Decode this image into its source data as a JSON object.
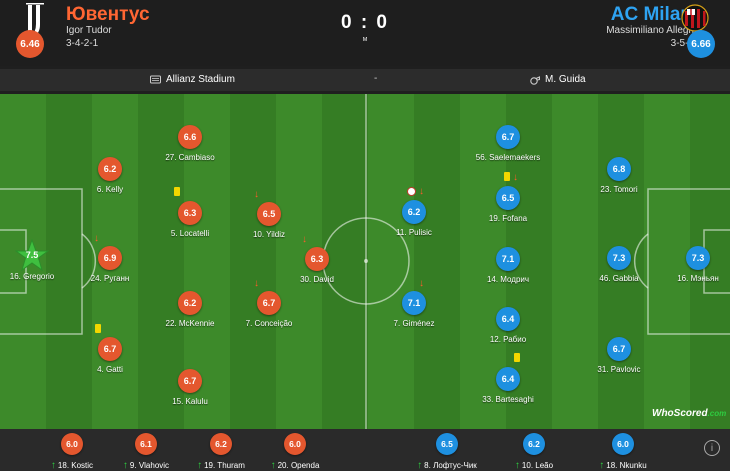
{
  "home": {
    "name": "Ювентус",
    "coach": "Igor Tudor",
    "formation": "3-4-2-1",
    "rating": "6.46",
    "color": "#e4572e",
    "crest_icon": "juventus-crest-icon"
  },
  "away": {
    "name": "AC Milan",
    "coach": "Massimiliano Allegri",
    "formation": "3-5-2",
    "rating": "6.66",
    "color": "#1e90e0",
    "crest_icon": "ac-milan-crest-icon"
  },
  "match": {
    "score": "0 : 0",
    "status": "м",
    "stadium": "Allianz Stadium",
    "separator": "-",
    "referee": "M. Guida"
  },
  "home_players": [
    {
      "label": "16. Gregorio",
      "rating": "7.5",
      "star": true
    },
    {
      "label": "6. Kelly",
      "rating": "6.2"
    },
    {
      "label": "24. Руганн",
      "rating": "6.9",
      "subbed_off": true
    },
    {
      "label": "4. Gatti",
      "rating": "6.7",
      "yellow_card": true
    },
    {
      "label": "27. Cambiaso",
      "rating": "6.6"
    },
    {
      "label": "5. Locatelli",
      "rating": "6.3",
      "yellow_card": true
    },
    {
      "label": "22. McKennie",
      "rating": "6.2"
    },
    {
      "label": "15. Kalulu",
      "rating": "6.7"
    },
    {
      "label": "10. Yildiz",
      "rating": "6.5",
      "subbed_off": true
    },
    {
      "label": "7. Conceição",
      "rating": "6.7",
      "subbed_off": true
    },
    {
      "label": "30. David",
      "rating": "6.3",
      "subbed_off": true
    }
  ],
  "away_players": [
    {
      "label": "16. Мэньян",
      "rating": "7.3"
    },
    {
      "label": "23. Tomori",
      "rating": "6.8"
    },
    {
      "label": "46. Gabbia",
      "rating": "7.3"
    },
    {
      "label": "31. Pavlovic",
      "rating": "6.7"
    },
    {
      "label": "56. Saelemaekers",
      "rating": "6.7"
    },
    {
      "label": "19. Fofana",
      "rating": "6.5",
      "yellow_card": true,
      "subbed_off": true
    },
    {
      "label": "14. Модрич",
      "rating": "7.1"
    },
    {
      "label": "12. Рабио",
      "rating": "6.4"
    },
    {
      "label": "33. Bartesaghi",
      "rating": "6.4",
      "yellow_card": true
    },
    {
      "label": "11. Pulisic",
      "rating": "6.2",
      "subbed_off": true,
      "ball_icon": true
    },
    {
      "label": "7. Giménez",
      "rating": "7.1",
      "subbed_off": true
    }
  ],
  "subs_home": [
    {
      "label": "18. Kostic",
      "rating": "6.0"
    },
    {
      "label": "9. Vlahovic",
      "rating": "6.1"
    },
    {
      "label": "19. Thuram",
      "rating": "6.2"
    },
    {
      "label": "20. Openda",
      "rating": "6.0"
    }
  ],
  "subs_away": [
    {
      "label": "8. Лофтус-Чик",
      "rating": "6.5"
    },
    {
      "label": "10. Leão",
      "rating": "6.2"
    },
    {
      "label": "18. Nkunku",
      "rating": "6.0"
    }
  ],
  "watermark": "WhoScored",
  "watermark_suffix": ".com",
  "colors": {
    "yellow_card": "#f2d600",
    "sub_off_arrow": "#ff5a2b",
    "sub_on_arrow": "#2ecc40",
    "star": "#3fbf3f"
  }
}
